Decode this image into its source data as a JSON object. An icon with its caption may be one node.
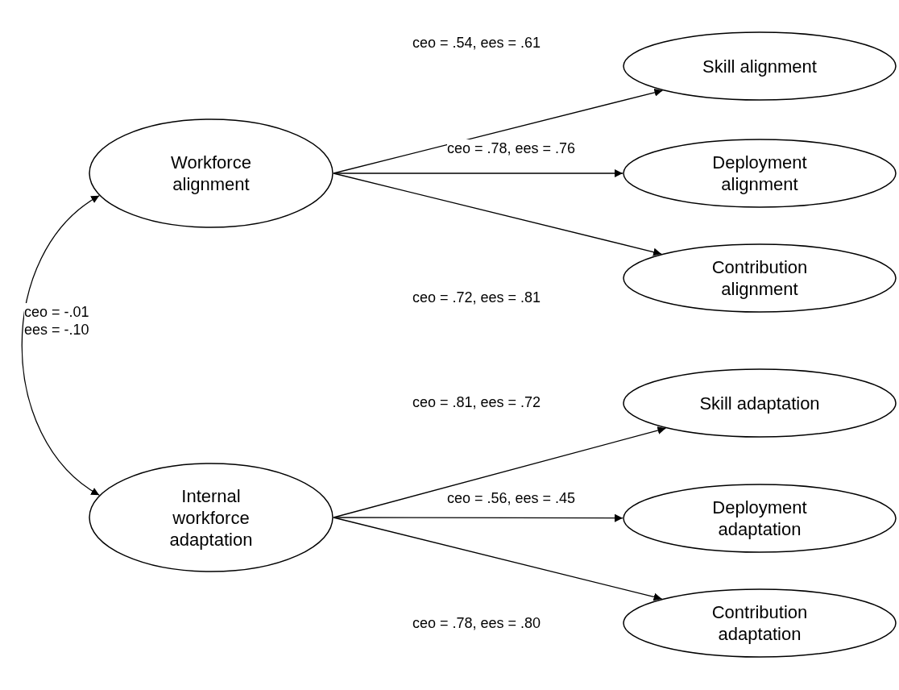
{
  "diagram": {
    "nodes": [
      {
        "text": [
          "Workforce alignment"
        ]
      },
      {
        "text": [
          "Internal workforce adaptation"
        ]
      },
      {
        "text": [
          "Skill alignment"
        ]
      },
      {
        "text": [
          "Deployment alignment"
        ]
      },
      {
        "text": [
          "Contribution alignment"
        ]
      },
      {
        "text": [
          "Skill adaptation"
        ]
      },
      {
        "text": [
          "Deployment adaptation"
        ]
      },
      {
        "text": [
          "Contribution adaptation"
        ]
      }
    ],
    "edges": [
      {
        "from": 0,
        "to": 2,
        "arrow": "to",
        "label": "ceo = .54, ees = .61"
      },
      {
        "from": 0,
        "to": 3,
        "arrow": "to",
        "label": "ceo = .78, ees = .76"
      },
      {
        "from": 0,
        "to": 4,
        "arrow": "to",
        "label": "ceo = .72, ees = .81"
      },
      {
        "from": 1,
        "to": 5,
        "arrow": "to",
        "label": "ceo = .81, ees = .72"
      },
      {
        "from": 1,
        "to": 6,
        "arrow": "to",
        "label": "ceo = .56, ees = .45"
      },
      {
        "from": 1,
        "to": 7,
        "arrow": "to",
        "label": "ceo = .78, ees = .80"
      },
      {
        "from": 0,
        "to": 1,
        "arrow": "both",
        "label": "ceo = -.01 ees = -.10"
      }
    ]
  }
}
